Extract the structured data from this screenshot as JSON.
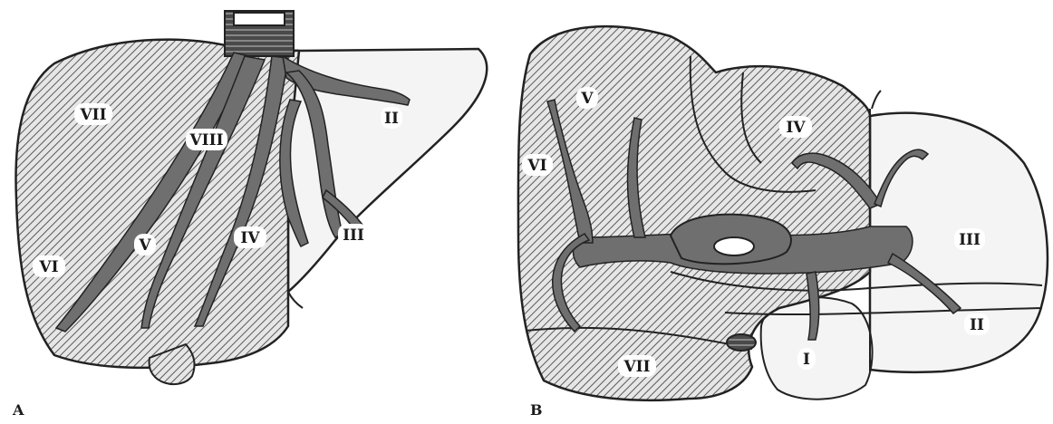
{
  "figure_left": {
    "caption": "A",
    "segments": {
      "II": "II",
      "III": "III",
      "IV": "IV",
      "V": "V",
      "VI": "VI",
      "VII": "VII",
      "VIII": "VIII"
    }
  },
  "figure_right": {
    "caption": "B",
    "segments": {
      "I": "I",
      "II": "II",
      "III": "III",
      "IV": "IV",
      "V": "V",
      "VI": "VI",
      "VII": "VII"
    }
  },
  "colors": {
    "hatch_line": "#5a5a5a",
    "vessel_fill": "#6f6f6f",
    "outline": "#222222",
    "unhatched": "#f4f4f4"
  }
}
